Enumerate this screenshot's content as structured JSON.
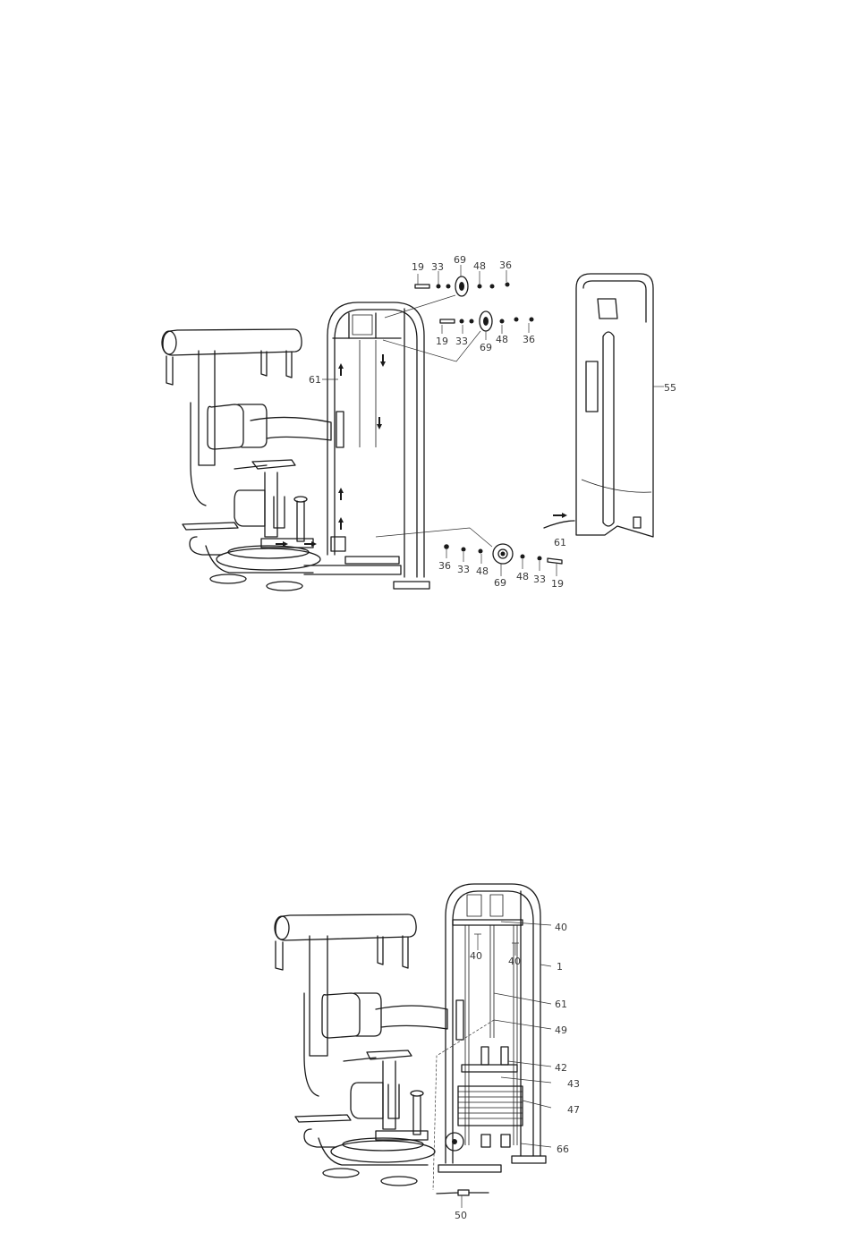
{
  "diagram_top": {
    "callouts": [
      {
        "id": "t-19a",
        "label": "19"
      },
      {
        "id": "t-33a",
        "label": "33"
      },
      {
        "id": "t-69a",
        "label": "69"
      },
      {
        "id": "t-48a",
        "label": "48"
      },
      {
        "id": "t-36a",
        "label": "36"
      },
      {
        "id": "t-19b",
        "label": "19"
      },
      {
        "id": "t-33b",
        "label": "33"
      },
      {
        "id": "t-69b",
        "label": "69"
      },
      {
        "id": "t-48b",
        "label": "48"
      },
      {
        "id": "t-36b",
        "label": "36"
      },
      {
        "id": "t-61a",
        "label": "61"
      },
      {
        "id": "t-55",
        "label": "55"
      },
      {
        "id": "t-61b",
        "label": "61"
      },
      {
        "id": "t-36c",
        "label": "36"
      },
      {
        "id": "t-33c",
        "label": "33"
      },
      {
        "id": "t-48c",
        "label": "48"
      },
      {
        "id": "t-69c",
        "label": "69"
      },
      {
        "id": "t-48d",
        "label": "48"
      },
      {
        "id": "t-33d",
        "label": "33"
      },
      {
        "id": "t-19c",
        "label": "19"
      }
    ]
  },
  "diagram_bottom": {
    "callouts": [
      {
        "id": "b-40a",
        "label": "40"
      },
      {
        "id": "b-40b",
        "label": "40"
      },
      {
        "id": "b-40c",
        "label": "40"
      },
      {
        "id": "b-1",
        "label": "1"
      },
      {
        "id": "b-61",
        "label": "61"
      },
      {
        "id": "b-49",
        "label": "49"
      },
      {
        "id": "b-42",
        "label": "42"
      },
      {
        "id": "b-43",
        "label": "43"
      },
      {
        "id": "b-47",
        "label": "47"
      },
      {
        "id": "b-66",
        "label": "66"
      },
      {
        "id": "b-50",
        "label": "50"
      }
    ]
  }
}
